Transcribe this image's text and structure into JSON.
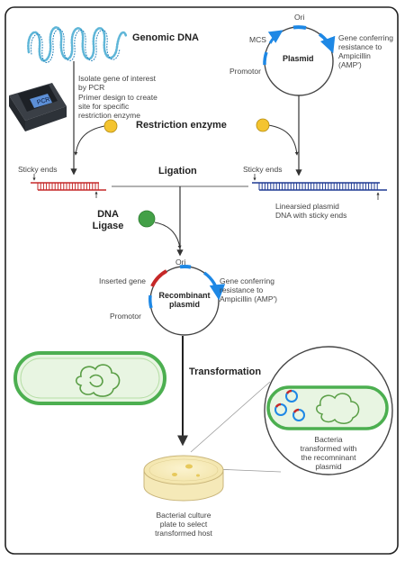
{
  "labels": {
    "genomic_dna": "Genomic DNA",
    "pcr_device": "PCR",
    "isolate_gene": [
      "Isolate gene of interest",
      "by PCR"
    ],
    "primer_design": [
      "Primer design to create",
      "site for specific",
      "restriction enzyme"
    ],
    "restriction_enzyme": "Restriction enzyme",
    "sticky_ends_left": "Sticky ends",
    "sticky_ends_right": "Sticky ends",
    "ligation": "Ligation",
    "linearised_plasmid": [
      "Linearsied plasmid",
      "DNA with sticky ends"
    ],
    "dna_ligase": [
      "DNA",
      "Ligase"
    ],
    "plasmid": {
      "ori": "Ori",
      "mcs": "MCS",
      "name": "Plasmid",
      "promotor": "Promotor",
      "resistance": [
        "Gene conferring",
        "resistance to",
        "Ampicillin",
        "(AMP')"
      ]
    },
    "recombinant": {
      "ori": "Ori",
      "inserted_gene": "Inserted gene",
      "name": [
        "Recombinant",
        "plasmid"
      ],
      "promotor": "Promotor",
      "resistance": [
        "Gene conferring",
        "resistance to",
        "Ampicillin (AMP')"
      ]
    },
    "transformation": "Transformation",
    "bacteria_transformed": [
      "Bacteria",
      "transformed with",
      "the recomninant",
      "plasmid"
    ],
    "culture_plate": [
      "Bacterial culture",
      "plate to select",
      "transformed host"
    ]
  },
  "colors": {
    "blue": "#1e88e5",
    "dark_blue": "#1f3a93",
    "red": "#c62828",
    "green": "#43a047",
    "yellow": "#f4c430",
    "bacteria_fill": "#e8f5e2",
    "bacteria_edge": "#4caf50",
    "frame": "#222222"
  },
  "icons": [
    "pcr-machine-icon",
    "restriction-enzyme-icon",
    "ligase-icon",
    "bacterium-icon",
    "petri-dish-icon"
  ]
}
